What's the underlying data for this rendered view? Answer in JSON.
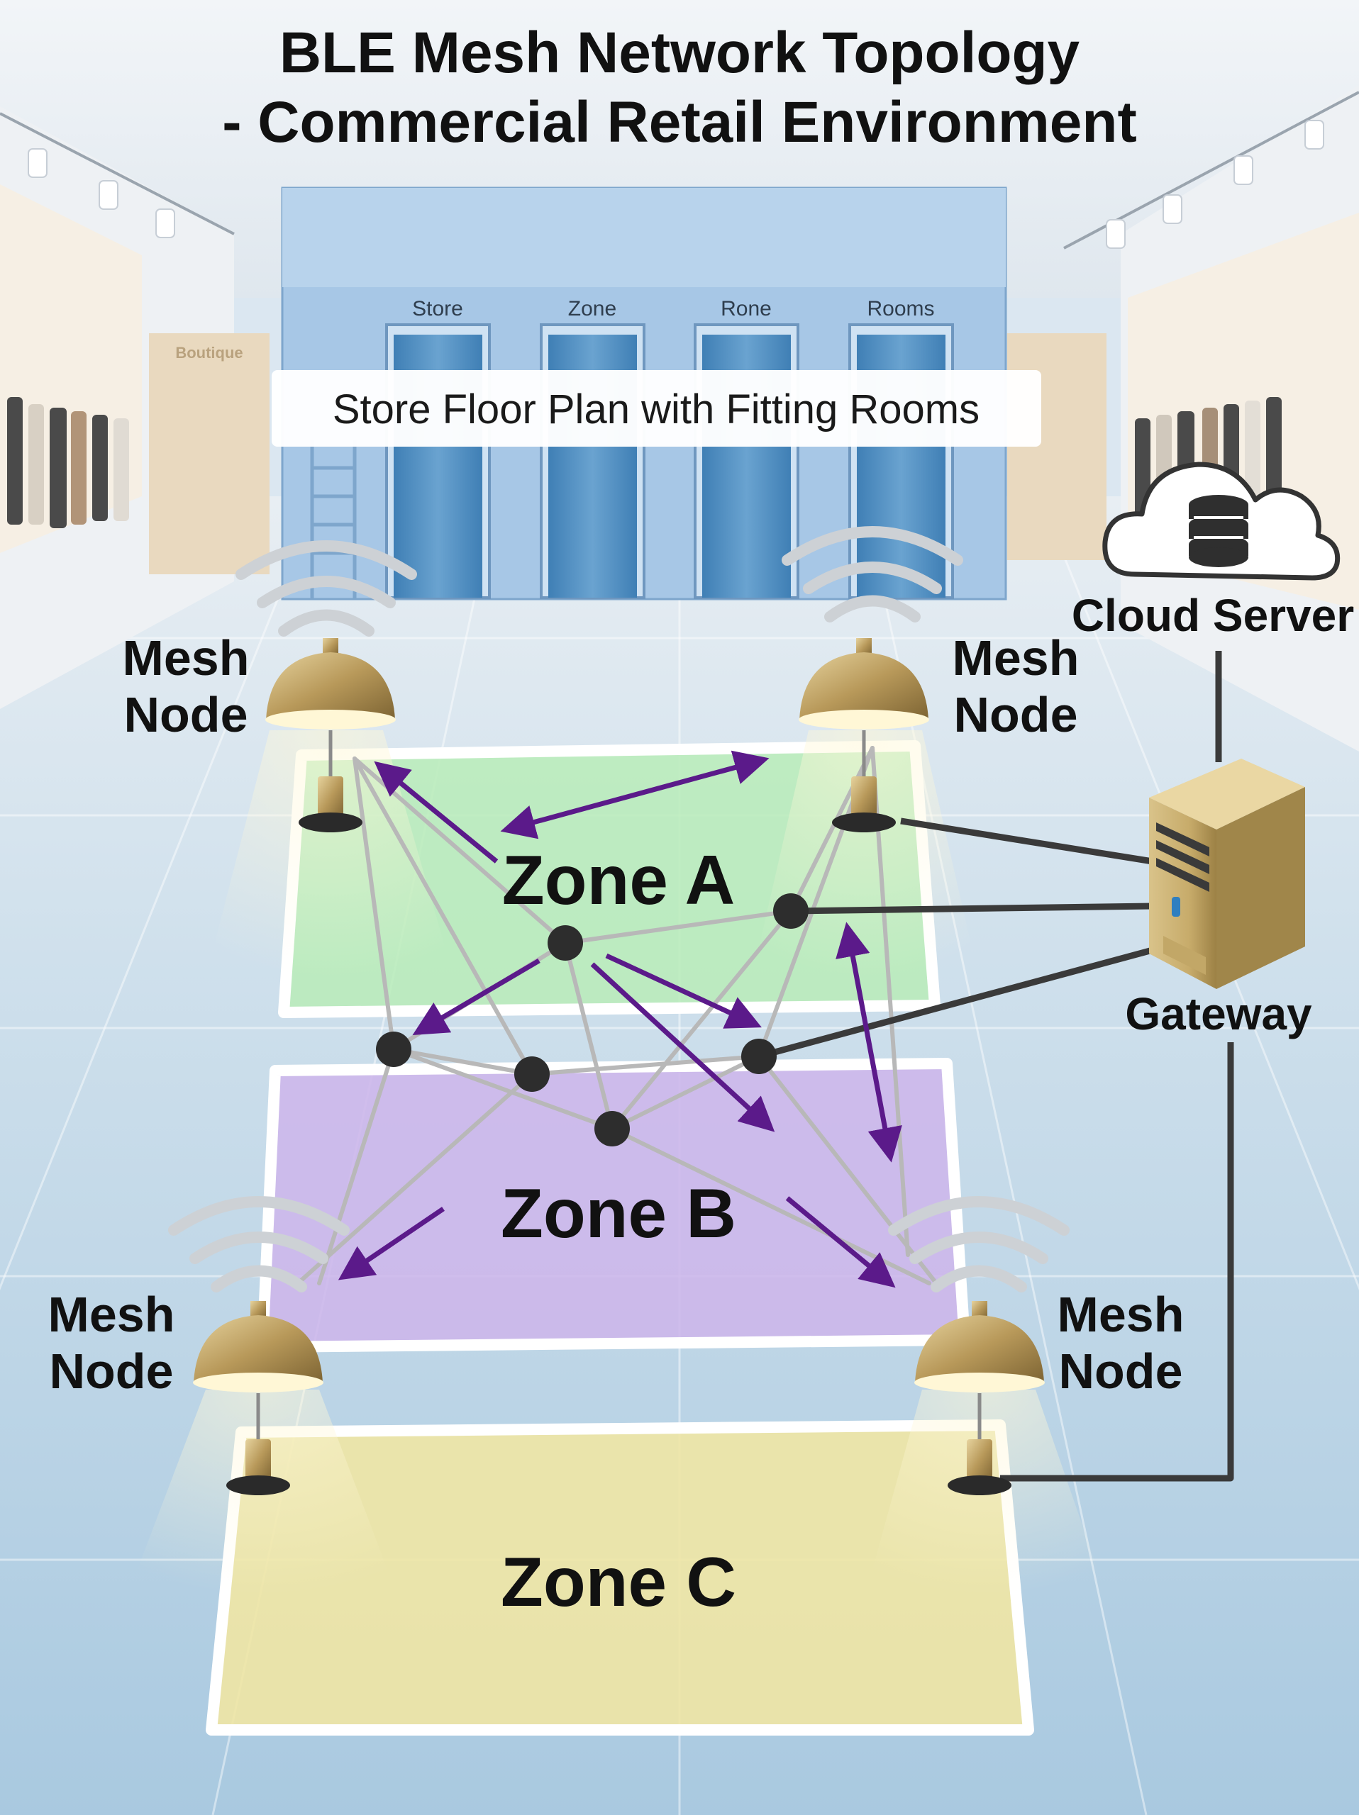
{
  "title": {
    "line1": "BLE Mesh Network Topology",
    "line2": "- Commercial Retail Environment"
  },
  "store": {
    "floor_plan_label": "Store Floor Plan with Fitting Rooms",
    "fitting_room_signs": [
      "Store",
      "Zone",
      "Rone",
      "Rooms"
    ],
    "shop_sign": "Boutique"
  },
  "zones": [
    {
      "label": "Zone A",
      "color": "#b9ecb9"
    },
    {
      "label": "Zone B",
      "color": "#cdb6ea"
    },
    {
      "label": "Zone C",
      "color": "#efe5a4"
    }
  ],
  "nodes": {
    "mesh_node_label_line1": "Mesh",
    "mesh_node_label_line2": "Node"
  },
  "infrastructure": {
    "cloud_label": "Cloud Server",
    "gateway_label": "Gateway"
  },
  "colors": {
    "arrow": "#5b1a8a",
    "mesh_link": "#b8b8b8",
    "wired_link": "#3a3a3a",
    "relay_node": "#2d2d2d",
    "lamp_gold": "#b8995a"
  }
}
